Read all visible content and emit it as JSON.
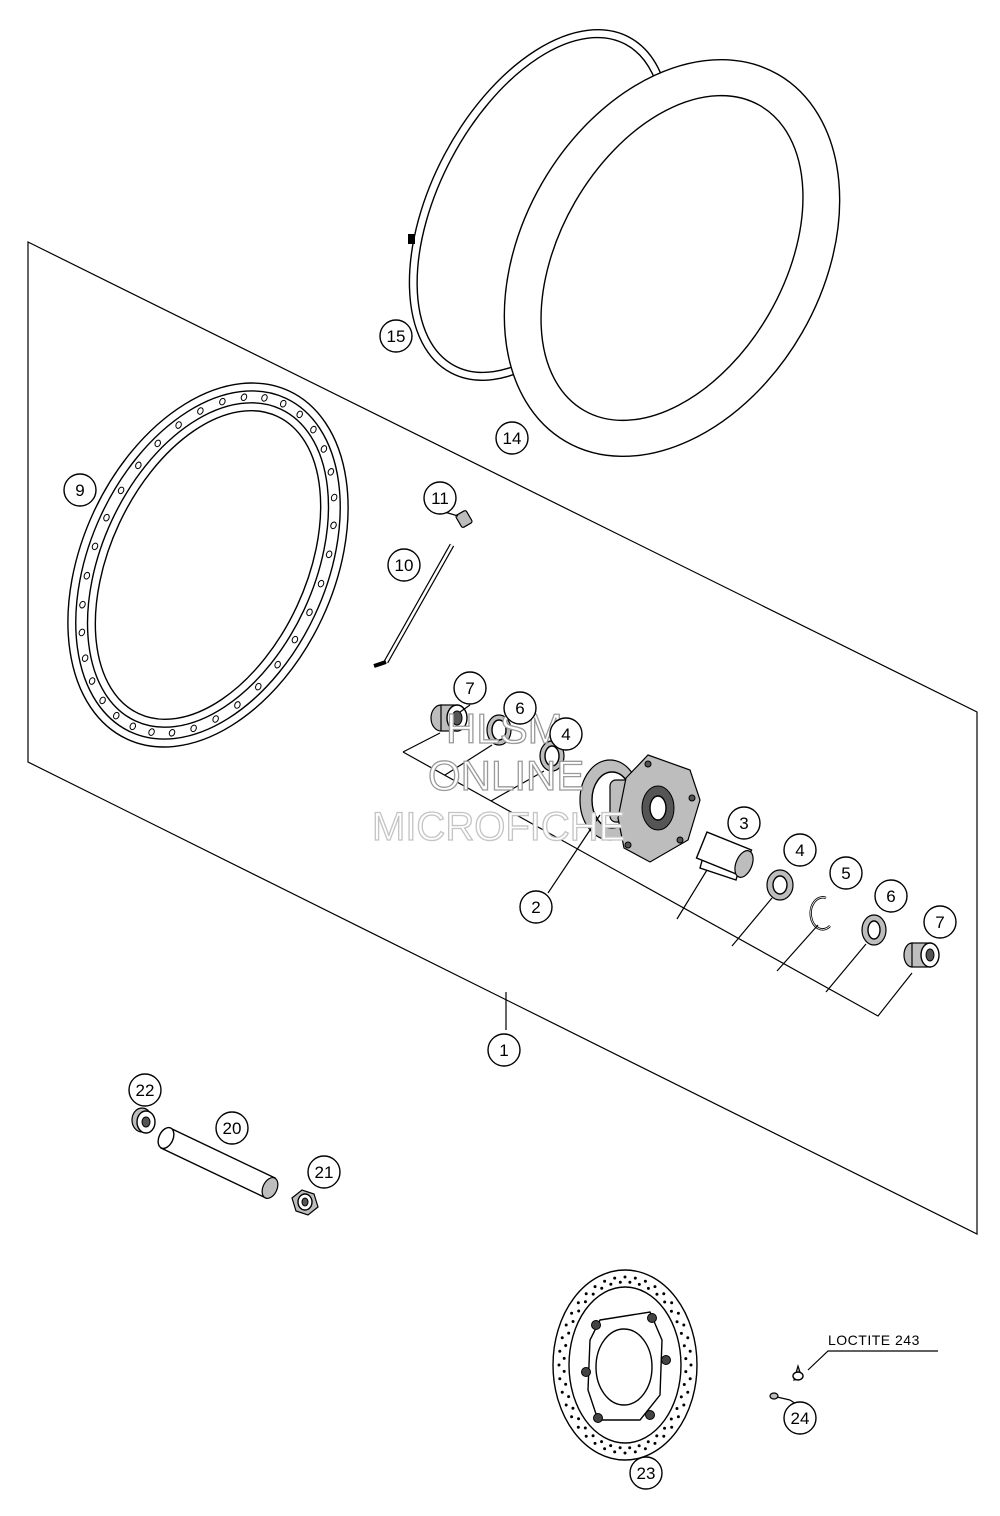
{
  "callouts": {
    "c1": "1",
    "c2": "2",
    "c3": "3",
    "c4a": "4",
    "c4b": "4",
    "c5": "5",
    "c6a": "6",
    "c6b": "6",
    "c7a": "7",
    "c7b": "7",
    "c9": "9",
    "c10": "10",
    "c11": "11",
    "c14": "14",
    "c15": "15",
    "c20": "20",
    "c21": "21",
    "c22": "22",
    "c23": "23",
    "c24": "24"
  },
  "note": {
    "loctite": "LOCTITE 243"
  },
  "watermark": {
    "line1": "HLSM",
    "line2": "ONLINE",
    "line3": "MICROFICHE"
  }
}
